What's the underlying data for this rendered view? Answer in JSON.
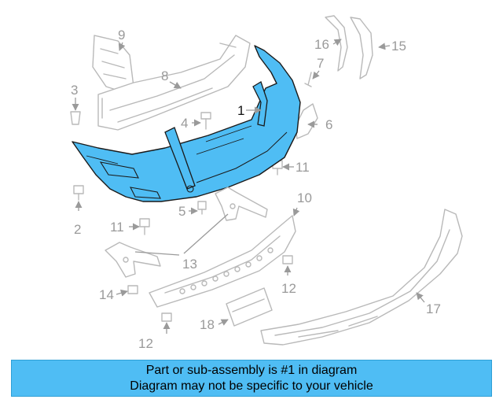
{
  "diagram": {
    "labels": {
      "p1": "1",
      "p2": "2",
      "p3": "3",
      "p4": "4",
      "p5": "5",
      "p6": "6",
      "p7": "7",
      "p8": "8",
      "p9": "9",
      "p10": "10",
      "p11a": "11",
      "p11b": "11",
      "p12a": "12",
      "p12b": "12",
      "p13": "13",
      "p14": "14",
      "p15": "15",
      "p16": "16",
      "p17": "17",
      "p18": "18"
    },
    "colors": {
      "highlight": "#4fbdf4",
      "ghost": "#b9b9b9",
      "outline": "#1a1a1a"
    }
  },
  "caption": {
    "line1": "Part or sub-assembly is #1 in diagram",
    "line2": "Diagram may not be specific to your vehicle"
  }
}
